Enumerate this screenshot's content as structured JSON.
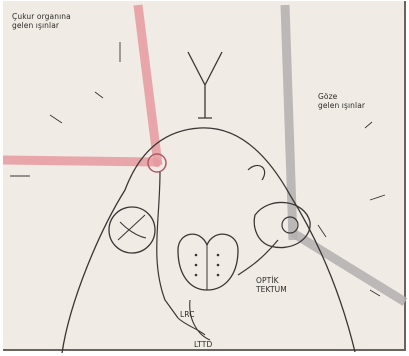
{
  "labels": {
    "pit_organ": "Çukur organına\ngelen ışınlar",
    "eye": "Göze\ngelen ışınlar",
    "optic_tectum": "OPTİK\nTEKTUM",
    "lateral_label": "LRC",
    "bottom_label": "LTTD"
  },
  "colors": {
    "pit_organ_ray": "#e89aa0",
    "eye_ray": "#b4b0b0",
    "ink": "#3a3634",
    "background": "#f0ebe5"
  }
}
